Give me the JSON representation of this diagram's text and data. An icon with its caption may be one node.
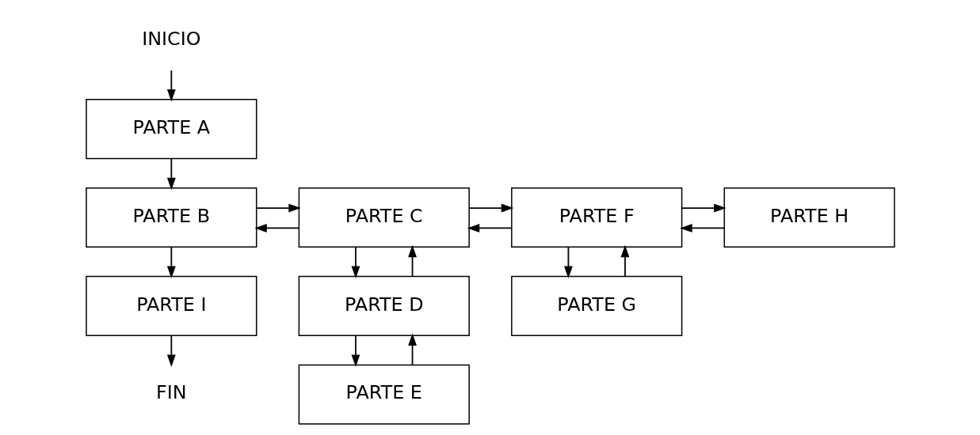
{
  "diagram": {
    "nodes": [
      {
        "text": [
          "INICIO"
        ]
      },
      {
        "text": [
          "PARTE A"
        ]
      },
      {
        "text": [
          "PARTE B"
        ]
      },
      {
        "text": [
          "PARTE I"
        ]
      },
      {
        "text": [
          "FIN"
        ]
      },
      {
        "text": [
          "PARTE C"
        ]
      },
      {
        "text": [
          "PARTE D"
        ]
      },
      {
        "text": [
          "PARTE E"
        ]
      },
      {
        "text": [
          "PARTE F"
        ]
      },
      {
        "text": [
          "PARTE G"
        ]
      },
      {
        "text": [
          "PARTE H"
        ]
      }
    ],
    "edges": [
      {
        "from": 0,
        "to": 1,
        "arrow": "to"
      },
      {
        "from": 1,
        "to": 2,
        "arrow": "to"
      },
      {
        "from": 2,
        "to": 3,
        "arrow": "to"
      },
      {
        "from": 3,
        "to": 4,
        "arrow": "to"
      },
      {
        "from": 2,
        "to": 5,
        "arrow": "to"
      },
      {
        "from": 5,
        "to": 2,
        "arrow": "to"
      },
      {
        "from": 5,
        "to": 6,
        "arrow": "to"
      },
      {
        "from": 6,
        "to": 5,
        "arrow": "to"
      },
      {
        "from": 6,
        "to": 7,
        "arrow": "to"
      },
      {
        "from": 7,
        "to": 6,
        "arrow": "to"
      },
      {
        "from": 5,
        "to": 8,
        "arrow": "to"
      },
      {
        "from": 8,
        "to": 5,
        "arrow": "to"
      },
      {
        "from": 8,
        "to": 9,
        "arrow": "to"
      },
      {
        "from": 9,
        "to": 8,
        "arrow": "to"
      },
      {
        "from": 8,
        "to": 10,
        "arrow": "to"
      },
      {
        "from": 10,
        "to": 8,
        "arrow": "to"
      }
    ]
  }
}
